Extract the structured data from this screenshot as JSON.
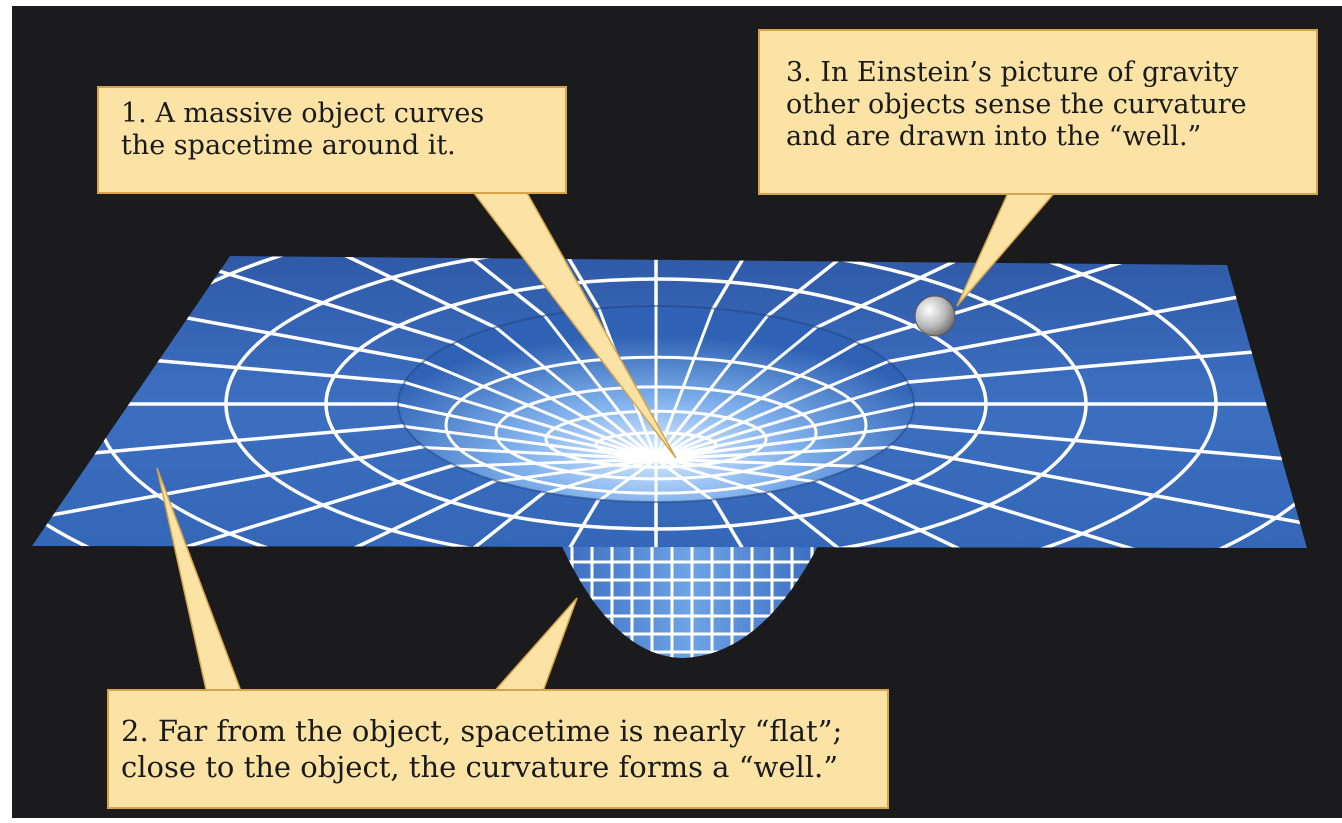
{
  "callouts": {
    "one": [
      "1.  A massive object curves",
      "the spacetime around it."
    ],
    "two": [
      "2.  Far from the object, spacetime is nearly “flat”;",
      "close to the object, the curvature forms a “well.”"
    ],
    "three": [
      "3.  In Einstein’s picture of gravity",
      "other objects sense the curvature",
      "and are drawn into the “well.”"
    ]
  },
  "colors": {
    "background": "#1b1a1c",
    "sheet": "#3d6fc1",
    "grid": "#ffffff",
    "callout_fill": "#fbe3a6",
    "callout_border": "#d6a44a"
  }
}
